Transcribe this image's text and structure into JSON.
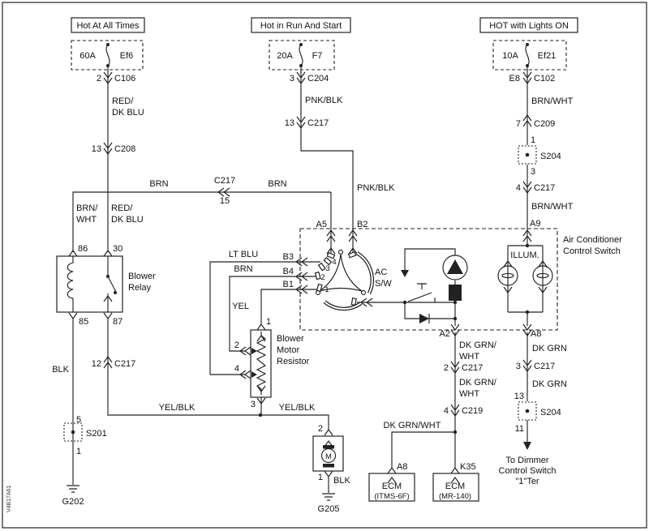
{
  "meta": {
    "doc_code": "V4B17A61"
  },
  "headers": {
    "hot_all": "Hot At All Times",
    "hot_run": "Hot in Run And Start",
    "hot_lights": "HOT with Lights ON"
  },
  "fuses": {
    "ef6": {
      "amps": "60A",
      "id": "Ef6"
    },
    "f7": {
      "amps": "20A",
      "id": "F7"
    },
    "ef21": {
      "amps": "10A",
      "id": "Ef21"
    }
  },
  "connectors": {
    "c106": {
      "pin": "2",
      "id": "C106"
    },
    "c208": {
      "pin": "13",
      "id": "C208"
    },
    "c204": {
      "pin": "3",
      "id": "C204"
    },
    "c217_mid": {
      "pin": "13",
      "id": "C217"
    },
    "c102": {
      "pin": "E8",
      "id": "C102"
    },
    "c209": {
      "pin": "7",
      "id": "C209"
    },
    "c217_right_top": {
      "pin": "4",
      "id": "C217"
    },
    "c217_inline": {
      "pin": "15",
      "id": "C217"
    },
    "c217_blower": {
      "pin": "12",
      "id": "C217"
    },
    "c217_a2": {
      "pin": "2",
      "id": "C217"
    },
    "c219": {
      "pin": "4",
      "id": "C219"
    },
    "c217_dim": {
      "pin": "3",
      "id": "C217"
    }
  },
  "wires": {
    "red_dkblu_1": [
      "RED/",
      "DK BLU"
    ],
    "pnk_blk_1": "PNK/BLK",
    "pnk_blk_2": "PNK/BLK",
    "brn_left": "BRN",
    "brn_right": "BRN",
    "brn_wht_relay": [
      "BRN/",
      "WHT"
    ],
    "red_dkblu_relay": [
      "RED/",
      "DK BLU"
    ],
    "brn_wht_1": "BRN/WHT",
    "brn_wht_2": "BRN/WHT",
    "lt_blu": "LT BLU",
    "brn_sw": "BRN",
    "yel": "YEL",
    "blk_left": "BLK",
    "yel_blk_l": "YEL/BLK",
    "yel_blk_r": "YEL/BLK",
    "blk_motor": "BLK",
    "dk_grn_wht_1": [
      "DK GRN/",
      "WHT"
    ],
    "dk_grn_wht_2": [
      "DK GRN/",
      "WHT"
    ],
    "dk_grn_wht_h": "DK GRN/WHT",
    "dk_grn_1": "DK GRN",
    "dk_grn_2": "DK GRN"
  },
  "splices": {
    "s201": {
      "pin_top": "5",
      "id": "S201",
      "pin_bottom": "1"
    },
    "s204_top": {
      "pin_top": "1",
      "id": "S204",
      "pin_bottom": "3"
    },
    "s204_bot": {
      "pin_top": "13",
      "id": "S204",
      "pin_bottom": "11"
    }
  },
  "grounds": {
    "g202": "G202",
    "g205": "G205"
  },
  "relay": {
    "name": [
      "Blower",
      "Relay"
    ],
    "pins": {
      "p86": "86",
      "p30": "30",
      "p85": "85",
      "p87": "87"
    }
  },
  "resistor": {
    "name": [
      "Blower",
      "Motor",
      "Resistor"
    ],
    "pins": {
      "p1": "1",
      "p2": "2",
      "p4": "4",
      "p3": "3"
    }
  },
  "motor": {
    "symbol": "M",
    "pin_top": "2",
    "pin_bottom": "1"
  },
  "ac_switch": {
    "name": [
      "AC",
      "S/W"
    ],
    "positions": [
      "4",
      "3",
      "2",
      "1"
    ],
    "pins": {
      "a5": "A5",
      "b2": "B2",
      "b3": "B3",
      "b4": "B4",
      "b1": "B1"
    }
  },
  "control_switch": {
    "name": [
      "Air Conditioner",
      "Control Switch"
    ],
    "illum": "ILLUM.",
    "pins": {
      "a9": "A9",
      "a2": "A2",
      "a8": "A8"
    }
  },
  "ecm1": {
    "pin": "A8",
    "name": "ECM",
    "variant": "(ITMS-6F)"
  },
  "ecm2": {
    "pin": "K35",
    "name": "ECM",
    "variant": "(MR-140)"
  },
  "dimmer_note": [
    "To Dimmer",
    "Control Switch",
    "\"1\"Ter"
  ]
}
